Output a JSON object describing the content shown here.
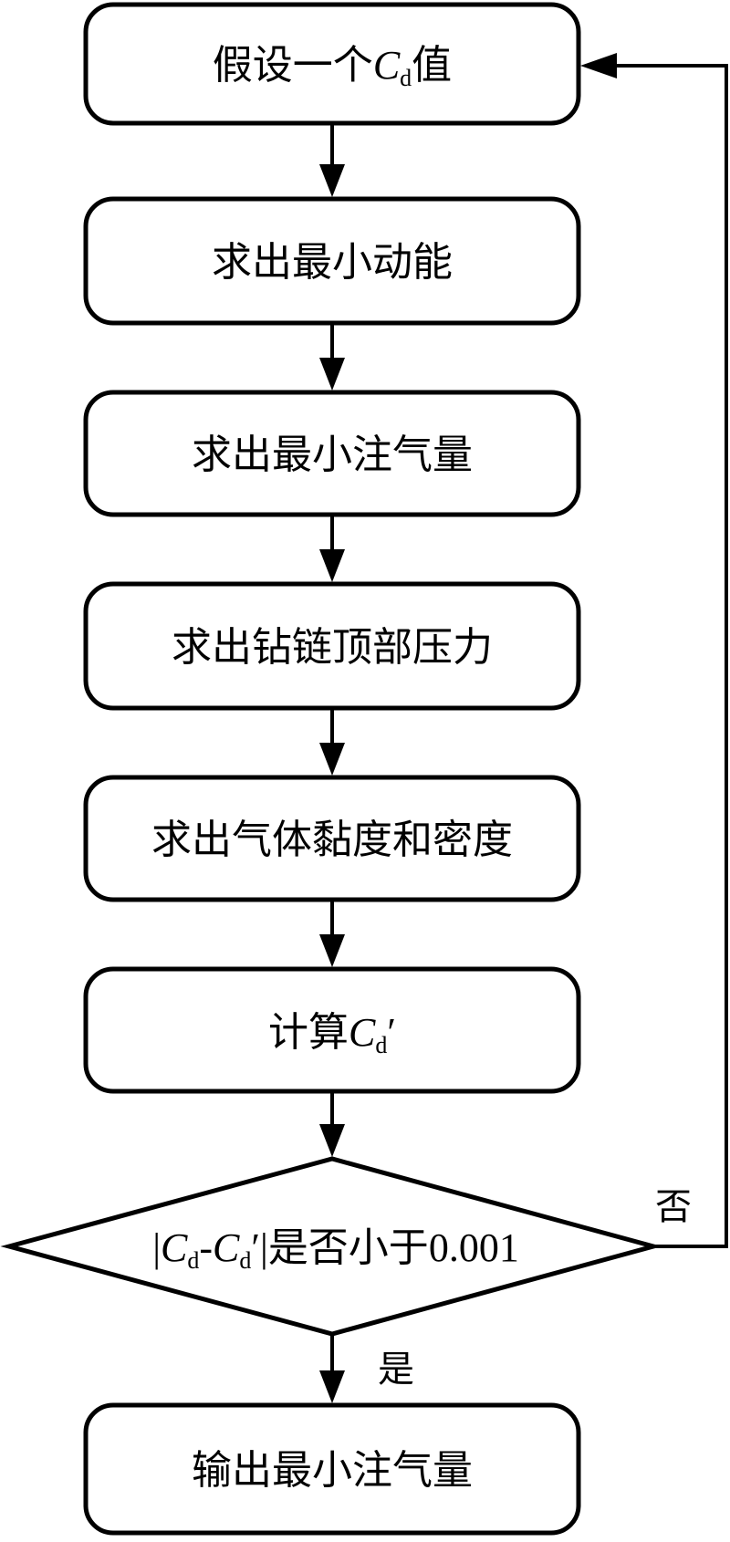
{
  "flowchart": {
    "steps": {
      "assume": {
        "prefix": "假设一个",
        "var": "C",
        "sub": "d",
        "suffix": "值"
      },
      "kinetic": "求出最小动能",
      "gas_min": "求出最小注气量",
      "pressure": "求出钻链顶部压力",
      "viscosity": "求出气体黏度和密度",
      "compute": {
        "prefix": "计算",
        "var": "C",
        "sub": "d",
        "suffix": "′"
      },
      "output": "输出最小注气量"
    },
    "decision": {
      "bar_left": "|",
      "var1": "C",
      "sub1": "d",
      "dash": "-",
      "var2": "C",
      "sub2": "d",
      "prime_bar": "′|",
      "text": "是否小于",
      "value": "0.001"
    },
    "edges": {
      "yes": "是",
      "no": "否"
    }
  }
}
